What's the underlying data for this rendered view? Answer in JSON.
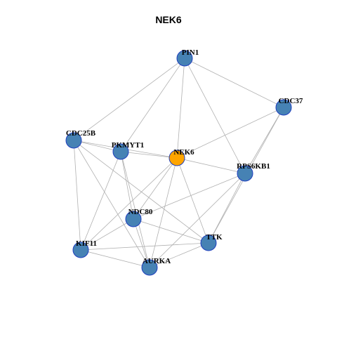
{
  "title": "NEK6",
  "colors": {
    "node": "#4682b4",
    "focus_node": "#ffa500",
    "node_border": "#1f3fbf",
    "edge": "#b0b0b0"
  },
  "nodes": [
    {
      "id": "PIN1",
      "label": "PIN1",
      "focus": false
    },
    {
      "id": "CDC37",
      "label": "CDC37",
      "focus": false
    },
    {
      "id": "CDC25B",
      "label": "CDC25B",
      "focus": false
    },
    {
      "id": "PKMYT1",
      "label": "PKMYT1",
      "focus": false
    },
    {
      "id": "NEK6",
      "label": "NEK6",
      "focus": true
    },
    {
      "id": "RPS6KB1",
      "label": "RPS6KB1",
      "focus": false
    },
    {
      "id": "NDC80",
      "label": "NDC80",
      "focus": false
    },
    {
      "id": "TTK",
      "label": "TTK",
      "focus": false
    },
    {
      "id": "KIF11",
      "label": "KIF11",
      "focus": false
    },
    {
      "id": "AURKA",
      "label": "AURKA",
      "focus": false
    }
  ],
  "edges": [
    [
      "PIN1",
      "CDC25B"
    ],
    [
      "PIN1",
      "PKMYT1"
    ],
    [
      "PIN1",
      "NEK6"
    ],
    [
      "PIN1",
      "CDC37"
    ],
    [
      "PIN1",
      "RPS6KB1"
    ],
    [
      "CDC37",
      "NEK6"
    ],
    [
      "CDC37",
      "RPS6KB1"
    ],
    [
      "CDC37",
      "TTK"
    ],
    [
      "CDC25B",
      "PKMYT1"
    ],
    [
      "CDC25B",
      "NEK6"
    ],
    [
      "CDC25B",
      "KIF11"
    ],
    [
      "CDC25B",
      "AURKA"
    ],
    [
      "CDC25B",
      "TTK"
    ],
    [
      "PKMYT1",
      "NEK6"
    ],
    [
      "PKMYT1",
      "NDC80"
    ],
    [
      "PKMYT1",
      "KIF11"
    ],
    [
      "PKMYT1",
      "AURKA"
    ],
    [
      "NEK6",
      "RPS6KB1"
    ],
    [
      "NEK6",
      "NDC80"
    ],
    [
      "NEK6",
      "TTK"
    ],
    [
      "NEK6",
      "KIF11"
    ],
    [
      "NEK6",
      "AURKA"
    ],
    [
      "RPS6KB1",
      "NDC80"
    ],
    [
      "RPS6KB1",
      "TTK"
    ],
    [
      "RPS6KB1",
      "AURKA"
    ],
    [
      "NDC80",
      "KIF11"
    ],
    [
      "NDC80",
      "TTK"
    ],
    [
      "NDC80",
      "AURKA"
    ],
    [
      "KIF11",
      "TTK"
    ],
    [
      "KIF11",
      "AURKA"
    ],
    [
      "TTK",
      "AURKA"
    ]
  ]
}
